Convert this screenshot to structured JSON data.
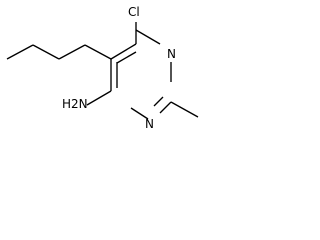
{
  "molecule": {
    "atoms": {
      "chlorine": "Cl",
      "ring_nitrogen_top": "N",
      "ring_nitrogen_bottom": "N",
      "amine": "H2N"
    },
    "bond_color": "#000000",
    "background": "#ffffff"
  }
}
